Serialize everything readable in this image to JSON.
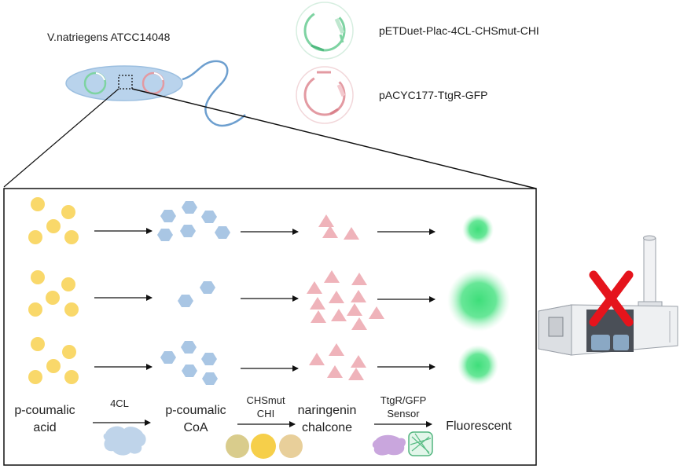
{
  "header": {
    "strain_label": "V.natriegens ATCC14048",
    "plasmid_1_label": "pETDuet-Plac-4CL-CHSmut-CHI",
    "plasmid_2_label": "pACYC177-TtgR-GFP"
  },
  "pathway_labels": {
    "substrate_line1": "p-coumalic",
    "substrate_line2": "acid",
    "enzyme_1": "4CL",
    "intermediate_line1": "p-coumalic",
    "intermediate_line2": "CoA",
    "enzyme_2_line1": "CHSmut",
    "enzyme_2_line2": "CHI",
    "product_line1": "naringenin",
    "product_line2": "chalcone",
    "sensor_line1": "TtgR/GFP",
    "sensor_line2": "Sensor",
    "output": "Fluorescent"
  },
  "rows": [
    {
      "substrates": 5,
      "intermediates": 6,
      "products": 3,
      "fluorescence": "low"
    },
    {
      "substrates": 5,
      "intermediates": 2,
      "products": 11,
      "fluorescence": "high"
    },
    {
      "substrates": 5,
      "intermediates": 5,
      "products": 5,
      "fluorescence": "medium"
    }
  ],
  "colors": {
    "substrate": "#f9d86a",
    "intermediate": "#a9c6e4",
    "product": "#efb3ba",
    "fluorescence": "#3ede7a",
    "plasmid_1": "#7ed3a2",
    "plasmid_2": "#e39aa2",
    "cell": "#b9d3ec",
    "mass_spec_cross": "#e5141c"
  },
  "icons": {
    "substrate": "circle",
    "intermediate": "hexagon",
    "product": "triangle",
    "mass_spectrometer": "mass-spectrometer-icon",
    "rejection_mark": "red-x-icon"
  }
}
